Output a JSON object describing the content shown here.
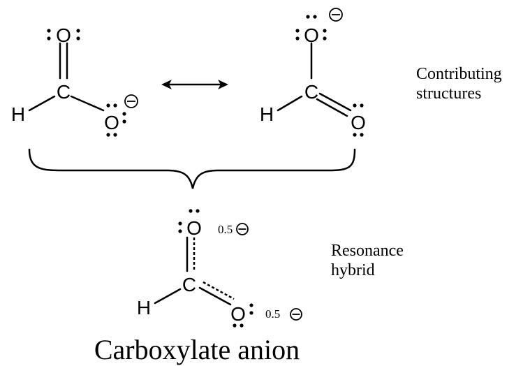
{
  "atoms": {
    "oxygen": "O",
    "carbon": "C",
    "hydrogen": "H"
  },
  "labels": {
    "contributing_line1": "Contributing",
    "contributing_line2": "structures",
    "resonance_line1": "Resonance",
    "resonance_line2": "hybrid",
    "title": "Carboxylate anion",
    "partial_charge_top": "0.5",
    "partial_charge_bottom": "0.5"
  },
  "icons": {
    "resonance_arrow": "double-headed-arrow-icon",
    "charge": "negative-charge-icon",
    "brace": "curly-brace-icon"
  }
}
